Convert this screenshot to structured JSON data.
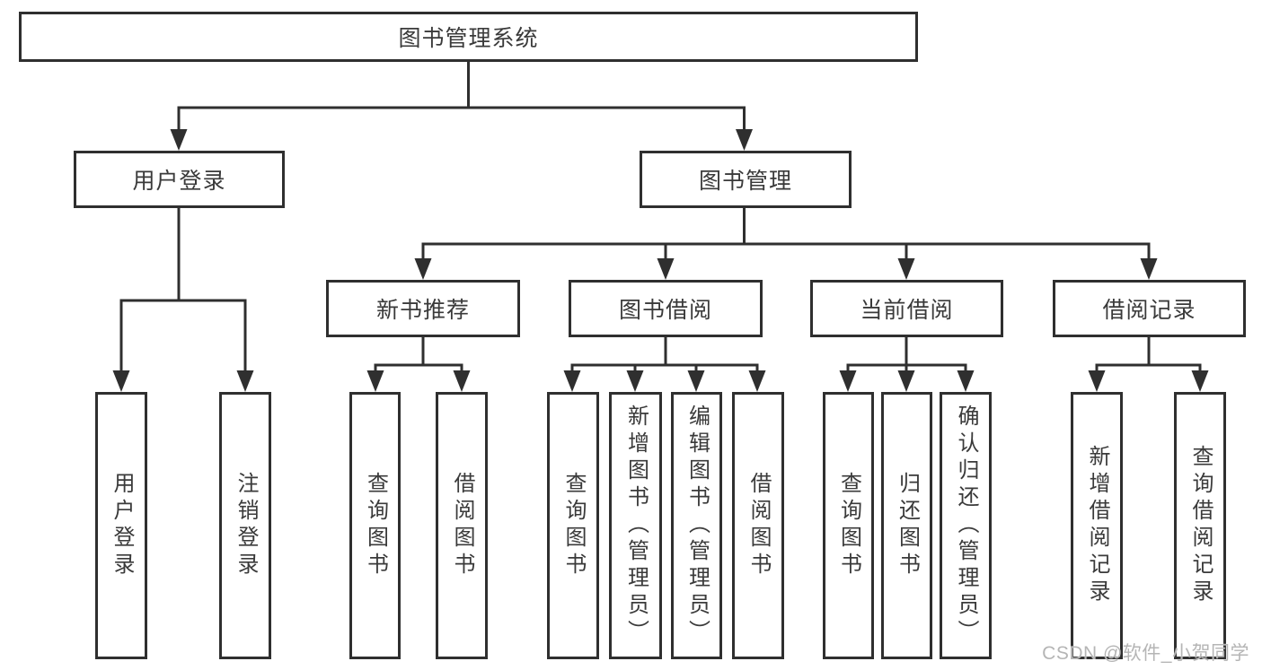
{
  "title": "图书管理系统",
  "watermark": "CSDN @软件_小贺同学",
  "colors": {
    "line": "#2f2f2f",
    "text": "#3a3a3a",
    "box_fill": "#ffffff",
    "background": "#ffffff",
    "watermark": "#b5b5b5"
  },
  "tree": {
    "root": {
      "label": "图书管理系统"
    },
    "branches": [
      {
        "label": "用户登录",
        "children": [
          "用户登录",
          "注销登录"
        ]
      },
      {
        "label": "图书管理",
        "children": [
          {
            "label": "新书推荐",
            "children": [
              "查询图书",
              "借阅图书"
            ]
          },
          {
            "label": "图书借阅",
            "children": [
              "查询图书",
              "新增图书（管理员）",
              "编辑图书（管理员）",
              "借阅图书"
            ]
          },
          {
            "label": "当前借阅",
            "children": [
              "查询图书",
              "归还图书",
              "确认归还（管理员）"
            ]
          },
          {
            "label": "借阅记录",
            "children": [
              "新增借阅记录",
              "查询借阅记录"
            ]
          }
        ]
      }
    ]
  }
}
